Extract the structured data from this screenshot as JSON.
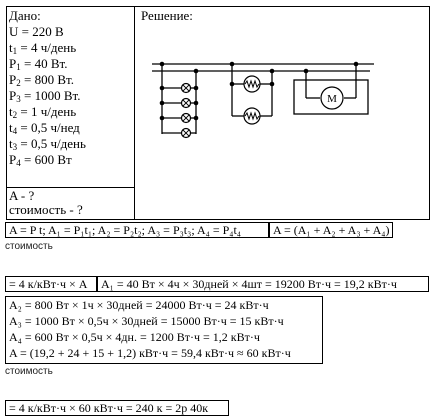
{
  "given": {
    "heading": "Дано:",
    "items": [
      {
        "sym": "U",
        "sub": "",
        "val": " = 220 В"
      },
      {
        "sym": "t",
        "sub": "1",
        "val": " = 4 ч/день"
      },
      {
        "sym": "P",
        "sub": "1",
        "val": " = 40 Вт."
      },
      {
        "sym": "P",
        "sub": "2",
        "val": " = 800 Вт."
      },
      {
        "sym": "P",
        "sub": "3",
        "val": " = 1000 Вт."
      },
      {
        "sym": "t",
        "sub": "2",
        "val": " = 1 ч/день"
      },
      {
        "sym": "t",
        "sub": "4",
        "val": " = 0,5 ч/нед"
      },
      {
        "sym": "t",
        "sub": "3",
        "val": " = 0,5 ч/день"
      },
      {
        "sym": "P",
        "sub": "4",
        "val": " = 600 Вт"
      }
    ],
    "find": [
      "A - ?",
      "стоимость - ?"
    ]
  },
  "solution": {
    "heading": "Решение:"
  },
  "formula": {
    "left": "A = P t; A₁ = P₁t₁; A₂ = P₂t₂; A₃ = P₃t₃; A₄ = P₄t₄",
    "right": "A = (A₁ + A₂ + A₃ + A₄)"
  },
  "cost_label_1": "стоимость",
  "rate_box": "= 4 к/кВт·ч × A",
  "a1_line": "A₁ = 40 Вт × 4ч × 30дней × 4шт = 19200 Вт·ч = 19,2 кВт·ч",
  "calc_lines": [
    "A₂ = 800 Вт × 1ч × 30дней = 24000 Вт·ч = 24 кВт·ч",
    "A₃ = 1000 Вт × 0,5ч × 30дней = 15000 Вт·ч = 15 кВт·ч",
    "A₄ = 600 Вт × 0,5ч × 4дн. = 1200 Вт·ч = 1,2 кВт·ч",
    "A = (19,2 + 24 + 15 + 1,2) кВт·ч = 59,4 кВт·ч ≈ 60 кВт·ч"
  ],
  "cost_label_2": "стоимость",
  "final_line": "= 4 к/кВт·ч × 60 кВт·ч = 240 к = 2р 40к",
  "motor_label": "M"
}
